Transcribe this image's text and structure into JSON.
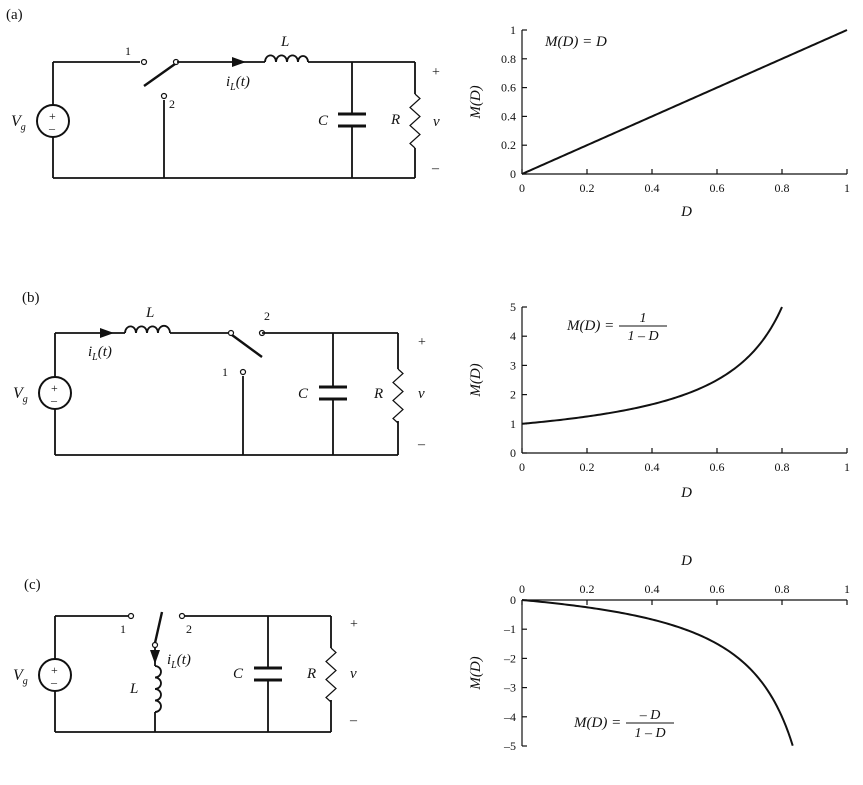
{
  "panels": [
    {
      "tag": "(a)",
      "labels": {
        "sw1": "1",
        "sw2": "2",
        "L": "L",
        "iL_i": "i",
        "iL_sub": "L",
        "iL_rest": "(t)",
        "C": "C",
        "R": "R",
        "Vg": "V",
        "Vg_sub": "g",
        "v": "v",
        "plus": "+",
        "minus": "–",
        "src_plus": "+",
        "src_minus": "–"
      }
    },
    {
      "tag": "(b)",
      "labels": {
        "sw1": "1",
        "sw2": "2",
        "L": "L",
        "iL_i": "i",
        "iL_sub": "L",
        "iL_rest": "(t)",
        "C": "C",
        "R": "R",
        "Vg": "V",
        "Vg_sub": "g",
        "v": "v",
        "plus": "+",
        "minus": "–",
        "src_plus": "+",
        "src_minus": "–"
      }
    },
    {
      "tag": "(c)",
      "labels": {
        "sw1": "1",
        "sw2": "2",
        "L": "L",
        "iL_i": "i",
        "iL_sub": "L",
        "iL_rest": "(t)",
        "C": "C",
        "R": "R",
        "Vg": "V",
        "Vg_sub": "g",
        "v": "v",
        "plus": "+",
        "minus": "–",
        "src_plus": "+",
        "src_minus": "–"
      }
    }
  ],
  "chart_data": [
    {
      "type": "line",
      "xlabel": "D",
      "ylabel": "M(D)",
      "xlim": [
        0,
        1
      ],
      "ylim": [
        0,
        1
      ],
      "xticks": [
        "0",
        "0.2",
        "0.4",
        "0.6",
        "0.8",
        "1"
      ],
      "yticks": [
        "0",
        "0.2",
        "0.4",
        "0.6",
        "0.8",
        "1"
      ],
      "annotation": "M(D) = D",
      "function": "D",
      "x": [
        0,
        0.2,
        0.4,
        0.6,
        0.8,
        1
      ],
      "y": [
        0,
        0.2,
        0.4,
        0.6,
        0.8,
        1
      ]
    },
    {
      "type": "line",
      "xlabel": "D",
      "ylabel": "M(D)",
      "xlim": [
        0,
        1
      ],
      "ylim": [
        0,
        5
      ],
      "xticks": [
        "0",
        "0.2",
        "0.4",
        "0.6",
        "0.8",
        "1"
      ],
      "yticks": [
        "0",
        "1",
        "2",
        "3",
        "4",
        "5"
      ],
      "annotation_lhs": "M(D) =",
      "annotation_num": "1",
      "annotation_den": "1 – D",
      "function": "1/(1-D)",
      "x": [
        0,
        0.2,
        0.4,
        0.5,
        0.6,
        0.7,
        0.8
      ],
      "y": [
        1,
        1.25,
        1.667,
        2,
        2.5,
        3.333,
        5
      ]
    },
    {
      "type": "line",
      "xlabel": "D",
      "ylabel": "M(D)",
      "xlim": [
        0,
        1
      ],
      "ylim": [
        -5,
        0
      ],
      "xticks": [
        "0",
        "0.2",
        "0.4",
        "0.6",
        "0.8",
        "1"
      ],
      "yticks": [
        "0",
        "–1",
        "–2",
        "–3",
        "–4",
        "–5"
      ],
      "annotation_lhs": "M(D) =",
      "annotation_num": "– D",
      "annotation_den": "1 – D",
      "function": "-D/(1-D)",
      "x": [
        0,
        0.2,
        0.4,
        0.5,
        0.6,
        0.7,
        0.8,
        0.833
      ],
      "y": [
        0,
        -0.25,
        -0.667,
        -1,
        -1.5,
        -2.333,
        -4,
        -5
      ]
    }
  ]
}
